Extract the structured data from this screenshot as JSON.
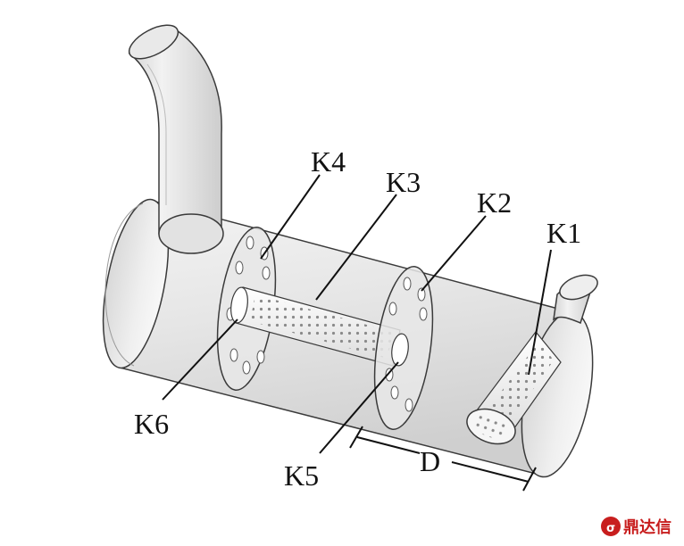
{
  "labels": {
    "k1": "K1",
    "k2": "K2",
    "k3": "K3",
    "k4": "K4",
    "k5": "K5",
    "k6": "K6",
    "d": "D"
  },
  "watermark": {
    "text": "鼎达信",
    "color": "#c81e1e"
  }
}
